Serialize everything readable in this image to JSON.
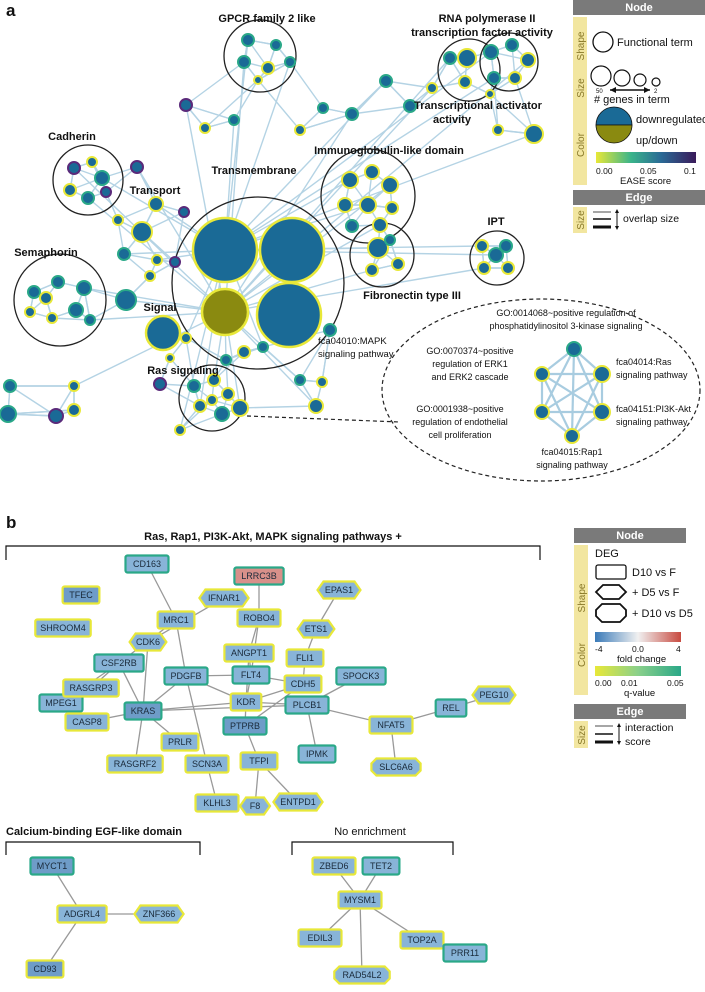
{
  "panel_a": {
    "letter": "a",
    "clusters": {
      "gpcr": "GPCR family 2 like",
      "rnapol_1": "RNA polymerase II",
      "rnapol_2": "transcription factor activity",
      "cadherin": "Cadherin",
      "immunoglobulin": "Immunoglobulin-like domain",
      "transcriptional_1": "Transcriptional activator",
      "transcriptional_2": "activity",
      "transport": "Transport",
      "transmembrane": "Transmembrane",
      "semaphorin": "Semaphorin",
      "ipt": "IPT",
      "signal": "Signal",
      "fibronectin": "Fibronectin type III",
      "mapk_1": "fca04010:MAPK",
      "mapk_2": "signaling pathway",
      "ras": "Ras signaling"
    },
    "zoom": {
      "go_pi3k_1": "GO:0014068~positive regulation of",
      "go_pi3k_2": "phosphatidylinositol 3-kinase signaling",
      "go_erk_1": "GO:0070374~positive",
      "go_erk_2": "regulation of ERK1",
      "go_erk_3": "and ERK2 cascade",
      "ras_1": "fca04014:Ras",
      "ras_2": "signaling pathway",
      "go_endo_1": "GO:0001938~positive",
      "go_endo_2": "regulation of endothelial",
      "go_endo_3": "cell proliferation",
      "pi3k_1": "fca04151:PI3K-Akt",
      "pi3k_2": "signaling pathway",
      "rap1_1": "fca04015:Rap1",
      "rap1_2": "signaling pathway"
    },
    "legend": {
      "node_header": "Node",
      "shape_side": "Shape",
      "shape_label": "Functional term",
      "size_side": "Size",
      "size_ticks": [
        "50",
        "2"
      ],
      "size_label": "# genes in term",
      "color_side": "Color",
      "downregulated": "downregulated",
      "updown": "up/down",
      "ease_ticks": [
        "0.00",
        "0.05",
        "0.1"
      ],
      "ease_label": "EASE score",
      "edge_header": "Edge",
      "edge_side": "Size",
      "edge_label": "overlap size"
    }
  },
  "panel_b": {
    "letter": "b",
    "group_ras": "Ras, Rap1, PI3K-Akt, MAPK signaling pathways +",
    "group_calcium": "Calcium-binding EGF-like domain",
    "group_none": "No enrichment",
    "genes": [
      "CD163",
      "LRRC3B",
      "EPAS1",
      "TFEC",
      "IFNAR1",
      "MRC1",
      "ROBO4",
      "ETS1",
      "SHROOM4",
      "CDK6",
      "ANGPT1",
      "FLI1",
      "CSF2RB",
      "PDGFB",
      "FLT4",
      "CDH5",
      "SPOCK3",
      "MPEG1",
      "PEG10",
      "RASGRP3",
      "KDR",
      "PLCB1",
      "REL",
      "KRAS",
      "NFAT5",
      "CASP8",
      "PRLR",
      "PTPRB",
      "IPMK",
      "SLC6A6",
      "RASGRF2",
      "SCN3A",
      "TFPI",
      "KLHL3",
      "F8",
      "ENTPD1",
      "MYCT1",
      "ADGRL4",
      "ZNF366",
      "CD93",
      "ZBED6",
      "TET2",
      "MYSM1",
      "EDIL3",
      "TOP2A",
      "PRR11",
      "RAD54L2"
    ],
    "legend": {
      "node_header": "Node",
      "deg": "DEG",
      "shape_side": "Shape",
      "shape_1": "D10 vs F",
      "shape_2": "+ D5 vs F",
      "shape_3": "+ D10 vs D5",
      "color_side": "Color",
      "fc_ticks": [
        "-4",
        "0.0",
        "4"
      ],
      "fc_label": "fold change",
      "q_ticks": [
        "0.00",
        "0.01",
        "0.05"
      ],
      "q_label": "q-value",
      "edge_header": "Edge",
      "edge_side": "Size",
      "edge_label_1": "interaction",
      "edge_label_2": "score"
    }
  },
  "colors": {
    "term_blue": "#1a6a96",
    "term_olive": "#8a8a10",
    "ring_yellow": "#e8e838",
    "ring_teal": "#2aa888",
    "ring_purple": "#5a2a7a",
    "edge_blue": "#a8cce0",
    "legend_header": "#7a7a7a",
    "legend_side": "#f2e6a0",
    "gene_fill_blue": "#88b4d8",
    "gene_fill_dark": "#6e9cc8",
    "gene_fill_red": "#d8908a"
  }
}
